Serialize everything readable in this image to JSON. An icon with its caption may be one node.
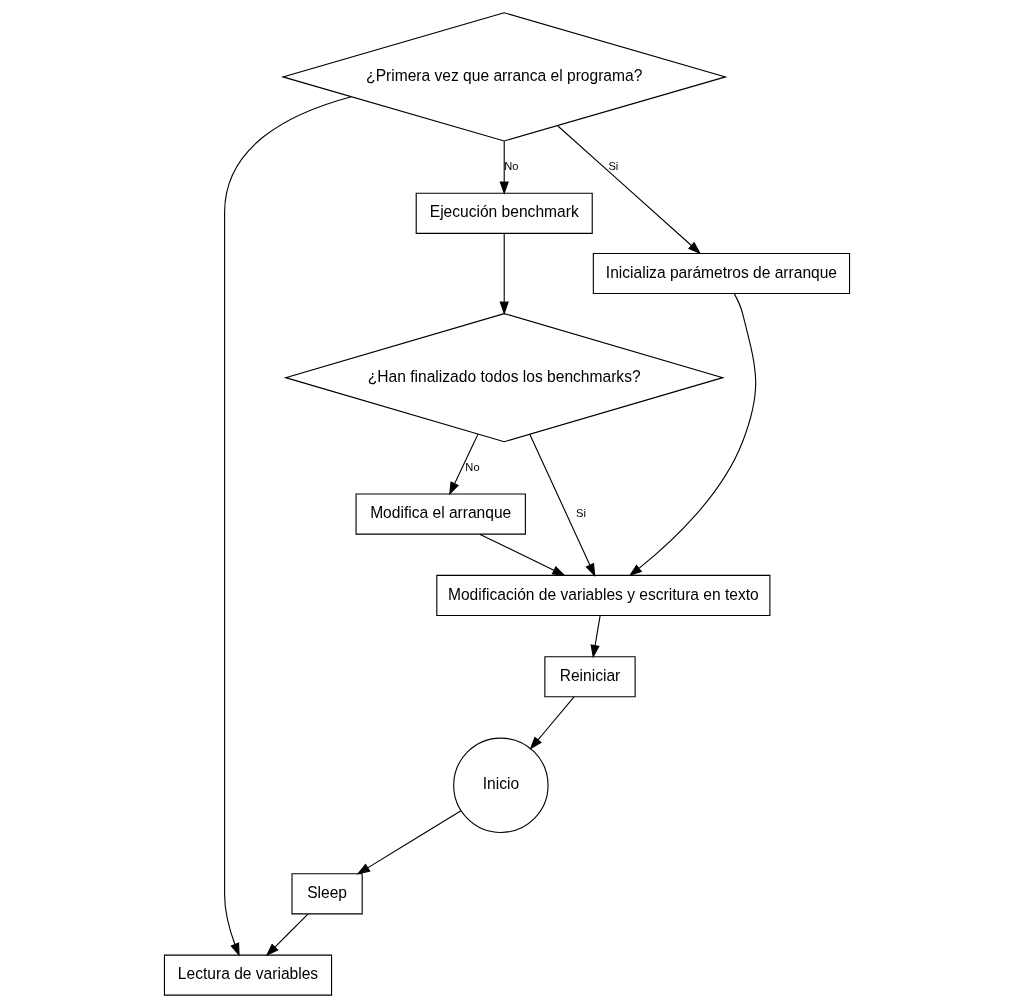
{
  "diagram": {
    "nodes": [
      {
        "text": [
          "Inicio"
        ]
      },
      {
        "text": [
          "Sleep"
        ]
      },
      {
        "text": [
          "Lectura de variables"
        ]
      },
      {
        "text": [
          "¿Primera vez que arranca el programa?"
        ]
      },
      {
        "text": [
          "Ejecución benchmark"
        ]
      },
      {
        "text": [
          "Inicializa parámetros de arranque"
        ]
      },
      {
        "text": [
          "¿Han finalizado todos los benchmarks?"
        ]
      },
      {
        "text": [
          "Modifica el arranque"
        ]
      },
      {
        "text": [
          "Modificación de variables y escritura en texto"
        ]
      },
      {
        "text": [
          "Reiniciar"
        ]
      }
    ],
    "edges": [
      {
        "from": 0,
        "to": 1,
        "arrow": "to"
      },
      {
        "from": 1,
        "to": 2,
        "arrow": "to"
      },
      {
        "from": 3,
        "to": 2,
        "arrow": "to"
      },
      {
        "from": 3,
        "to": 4,
        "arrow": "to",
        "label": "No"
      },
      {
        "from": 3,
        "to": 5,
        "arrow": "to",
        "label": "Si"
      },
      {
        "from": 4,
        "to": 6,
        "arrow": "to"
      },
      {
        "from": 6,
        "to": 7,
        "arrow": "to",
        "label": "No"
      },
      {
        "from": 6,
        "to": 8,
        "arrow": "to",
        "label": "Si"
      },
      {
        "from": 7,
        "to": 8,
        "arrow": "to"
      },
      {
        "from": 5,
        "to": 8,
        "arrow": "to"
      },
      {
        "from": 8,
        "to": 9,
        "arrow": "to"
      },
      {
        "from": 9,
        "to": 0,
        "arrow": "to"
      }
    ]
  }
}
